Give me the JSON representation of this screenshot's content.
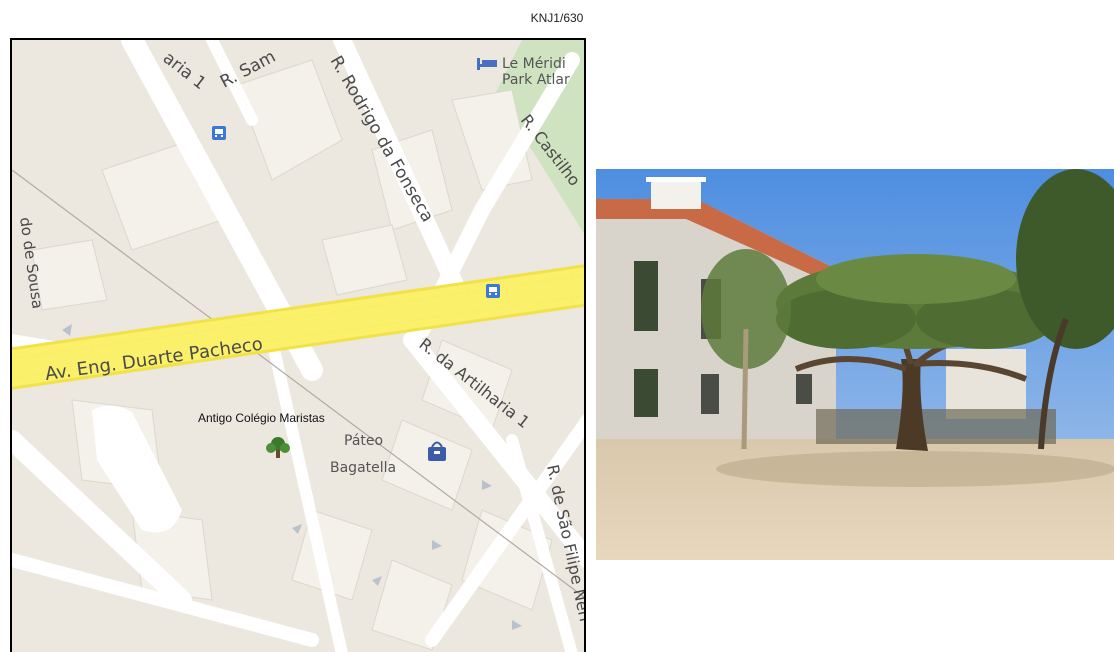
{
  "document": {
    "title": "KNJ1/630"
  },
  "map": {
    "streets": [
      {
        "id": "s1",
        "text": "R. Rodrigo da Fonseca"
      },
      {
        "id": "s2",
        "text": "R. Castilho"
      },
      {
        "id": "s3",
        "text": "Av. Eng. Duarte Pacheco"
      },
      {
        "id": "s4",
        "text": "R. da Artilharia 1"
      },
      {
        "id": "s5",
        "text": "R. de São Filipe Néri"
      },
      {
        "id": "s6",
        "text": "R. Sam"
      },
      {
        "id": "s7",
        "text": "aria 1"
      },
      {
        "id": "s8",
        "text": "do de Sousa"
      }
    ],
    "pois": {
      "hotel": {
        "line1": "Le Méridi",
        "line2": "Park Atlar"
      },
      "mall": {
        "line1": "Páteo",
        "line2": "Bagatella"
      }
    },
    "marker": {
      "label": "Antigo Colégio Maristas",
      "icon": "tree-icon",
      "color": "#3a7a2c"
    },
    "colors": {
      "land": "#ece7df",
      "block": "#f4f1ea",
      "road": "#ffffff",
      "highway": "#fbf06a",
      "park": "#cfe3c0",
      "transit": "#3a79d8"
    }
  },
  "photo": {
    "subject": "dragon-tree-icon"
  }
}
